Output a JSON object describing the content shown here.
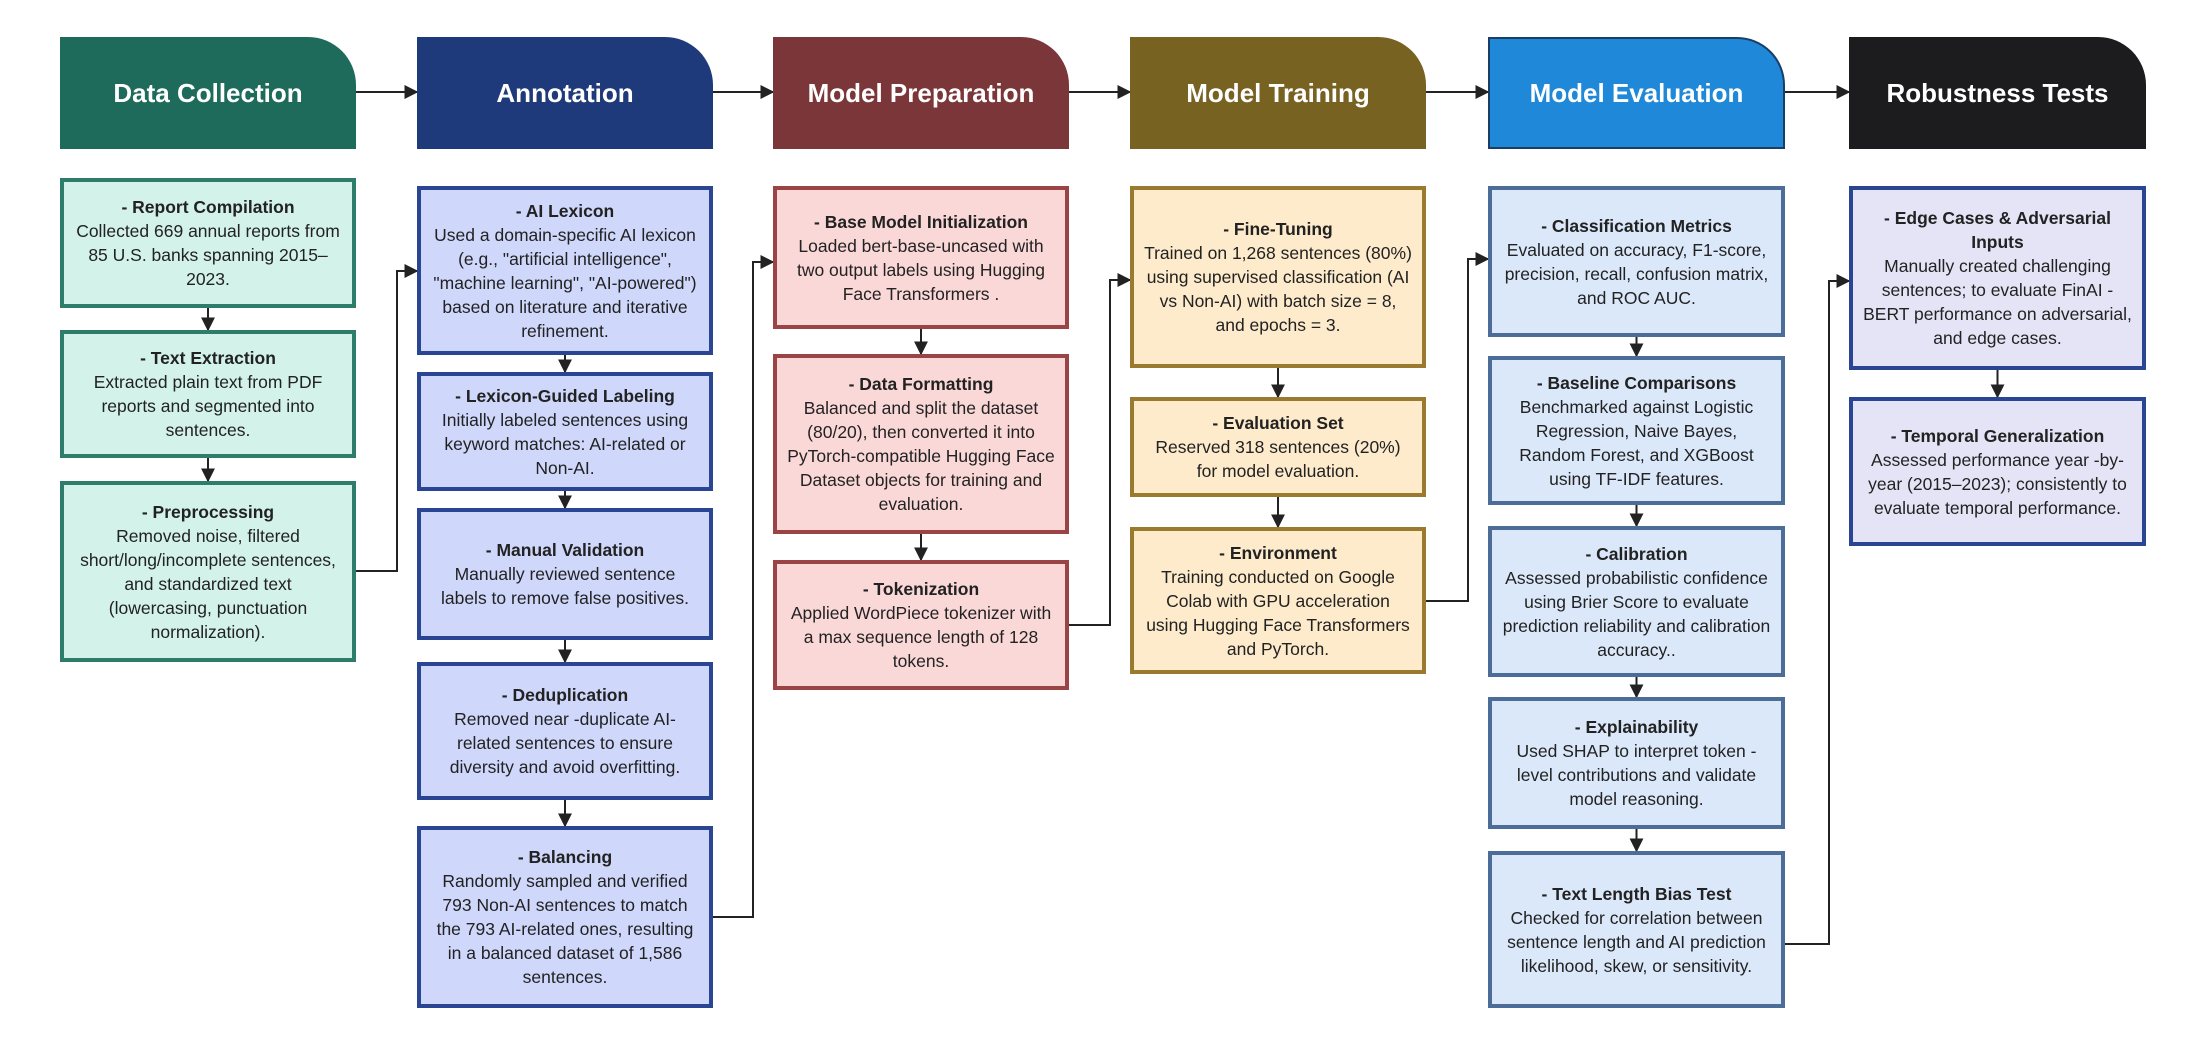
{
  "columns": [
    {
      "id": "data-collection",
      "header": "Data Collection",
      "color": "#1e6b5c",
      "box_fill": "#d3f2ea",
      "box_border": "#2e7d6b",
      "boxes": [
        {
          "title": "- Report Compilation",
          "body": "Collected 669 annual reports from 85 U.S. banks spanning 2015–2023."
        },
        {
          "title": "- Text Extraction",
          "body": "Extracted plain text from PDF reports and segmented into sentences."
        },
        {
          "title": "- Preprocessing",
          "body": "Removed noise, filtered short/long/incomplete sentences, and standardized text (lowercasing, punctuation normalization)."
        }
      ]
    },
    {
      "id": "annotation",
      "header": "Annotation",
      "color": "#1f3a7a",
      "box_fill": "#cfd7fb",
      "box_border": "#2a4593",
      "boxes": [
        {
          "title": "- AI Lexicon",
          "body": "Used a domain-specific AI lexicon (e.g., \"artificial intelligence\", \"machine learning\", \"AI-powered\") based on literature and iterative refinement."
        },
        {
          "title": "- Lexicon-Guided Labeling",
          "body": "Initially labeled sentences using keyword matches: AI-related or Non-AI."
        },
        {
          "title": "- Manual Validation",
          "body": "Manually reviewed sentence labels to remove false positives."
        },
        {
          "title": "- Deduplication",
          "body": "Removed near -duplicate AI-related sentences to ensure diversity and avoid overfitting."
        },
        {
          "title": "- Balancing",
          "body": "Randomly sampled and verified 793 Non-AI sentences to match the 793 AI-related ones, resulting in a balanced dataset of 1,586 sentences."
        }
      ]
    },
    {
      "id": "model-preparation",
      "header": "Model Preparation",
      "color": "#7a3638",
      "box_fill": "#fbd8d8",
      "box_border": "#9a4446",
      "boxes": [
        {
          "title": "- Base Model Initialization",
          "body": "Loaded bert-base-uncased with two output labels using Hugging Face Transformers ."
        },
        {
          "title": "- Data Formatting",
          "body": "Balanced and split the dataset (80/20), then converted it into PyTorch-compatible Hugging Face Dataset objects for training and evaluation."
        },
        {
          "title": "- Tokenization",
          "body": "Applied WordPiece tokenizer with a max sequence length of 128 tokens."
        }
      ]
    },
    {
      "id": "model-training",
      "header": "Model Training",
      "color": "#786222",
      "box_fill": "#fdebcc",
      "box_border": "#9a7a2f",
      "boxes": [
        {
          "title": "- Fine-Tuning",
          "body": "Trained on 1,268 sentences (80%) using supervised classification (AI vs Non-AI) with batch size = 8, and epochs = 3."
        },
        {
          "title": "- Evaluation Set",
          "body": "Reserved 318 sentences (20%) for model evaluation."
        },
        {
          "title": "- Environment",
          "body": "Training conducted on Google Colab with GPU acceleration using Hugging Face Transformers and PyTorch."
        }
      ]
    },
    {
      "id": "model-evaluation",
      "header": "Model Evaluation",
      "color": "#1f88d8",
      "box_fill": "#dbe8fa",
      "box_border": "#4b6d97",
      "boxes": [
        {
          "title": "- Classification Metrics",
          "body": "Evaluated on accuracy, F1-score, precision, recall, confusion matrix, and ROC AUC."
        },
        {
          "title": "- Baseline Comparisons",
          "body": "Benchmarked against Logistic Regression, Naive Bayes, Random Forest, and XGBoost using TF-IDF features."
        },
        {
          "title": "- Calibration",
          "body": "Assessed probabilistic confidence using Brier Score to evaluate prediction reliability and calibration accuracy.."
        },
        {
          "title": "- Explainability",
          "body": "Used SHAP to interpret token -level contributions and validate model reasoning."
        },
        {
          "title": "- Text Length Bias Test",
          "body": "Checked for correlation between sentence length and AI prediction likelihood, skew, or sensitivity."
        }
      ]
    },
    {
      "id": "robustness-tests",
      "header": "Robustness Tests",
      "color": "#1c1c1e",
      "box_fill": "#e4e4f6",
      "box_border": "#2a4593",
      "boxes": [
        {
          "title": "- Edge Cases & Adversarial Inputs",
          "body": "Manually created challenging sentences; to evaluate FinAI -BERT performance  on adversarial, and edge cases."
        },
        {
          "title": "- Temporal Generalization",
          "body": "Assessed performance year -by-year (2015–2023); consistently to evaluate temporal performance."
        }
      ]
    }
  ]
}
